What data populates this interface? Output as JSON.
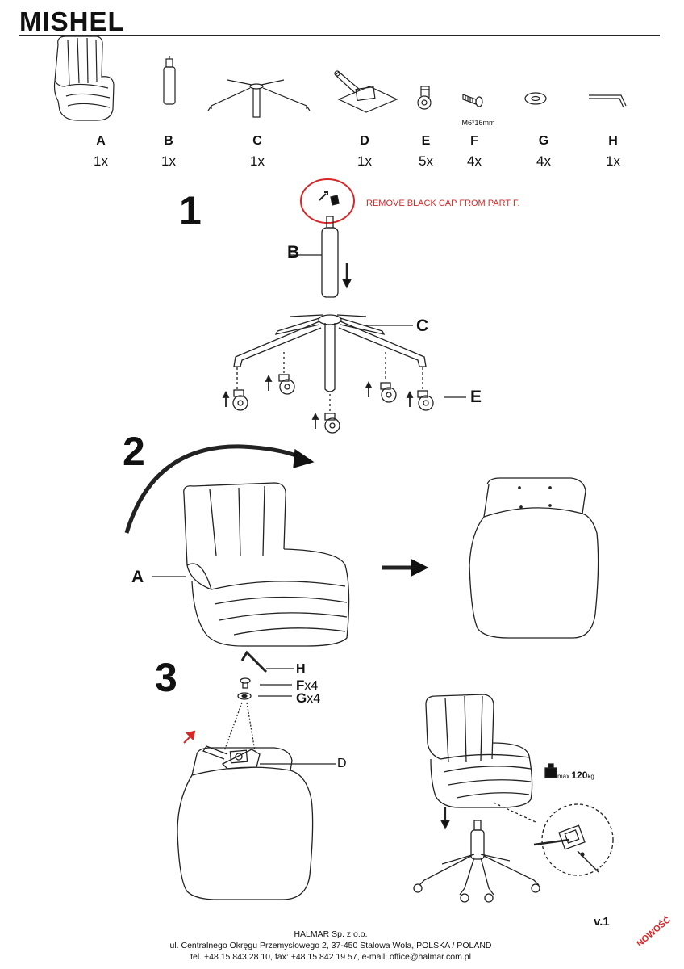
{
  "title": "MISHEL",
  "parts": [
    {
      "letter": "A",
      "qty": "1x",
      "icon": "chair-body"
    },
    {
      "letter": "B",
      "qty": "1x",
      "icon": "gas-lift"
    },
    {
      "letter": "C",
      "qty": "1x",
      "icon": "star-base"
    },
    {
      "letter": "D",
      "qty": "1x",
      "icon": "tilt-mechanism"
    },
    {
      "letter": "E",
      "qty": "5x",
      "icon": "caster-wheel"
    },
    {
      "letter": "F",
      "qty": "4x",
      "icon": "screw",
      "spec": "M6*16mm"
    },
    {
      "letter": "G",
      "qty": "4x",
      "icon": "washer"
    },
    {
      "letter": "H",
      "qty": "1x",
      "icon": "allen-key"
    }
  ],
  "step1": {
    "number": "1",
    "note": "REMOVE BLACK CAP FROM PART F.",
    "labels": {
      "b": "B",
      "c": "C",
      "e": "E"
    }
  },
  "step2": {
    "number": "2",
    "label_a": "A"
  },
  "step3": {
    "number": "3",
    "labels": {
      "h": "H",
      "f_letter": "F",
      "f_qty": "x4",
      "g_letter": "G",
      "g_qty": "x4",
      "d": "D"
    },
    "max_load": {
      "prefix": "max.",
      "value": "120",
      "unit": "kg"
    }
  },
  "version": "v.1",
  "footer": {
    "company": "HALMAR Sp. z o.o.",
    "address": "ul. Centralnego Okręgu Przemysłowego 2, 37-450 Stalowa Wola, POLSKA / POLAND",
    "contact": "tel. +48 15 843 28 10, fax: +48 15 842 19 57, e-mail: office@halmar.com.pl"
  },
  "badge": "NOWOŚĆ",
  "colors": {
    "accent_red": "#d62828",
    "line": "#222222"
  }
}
